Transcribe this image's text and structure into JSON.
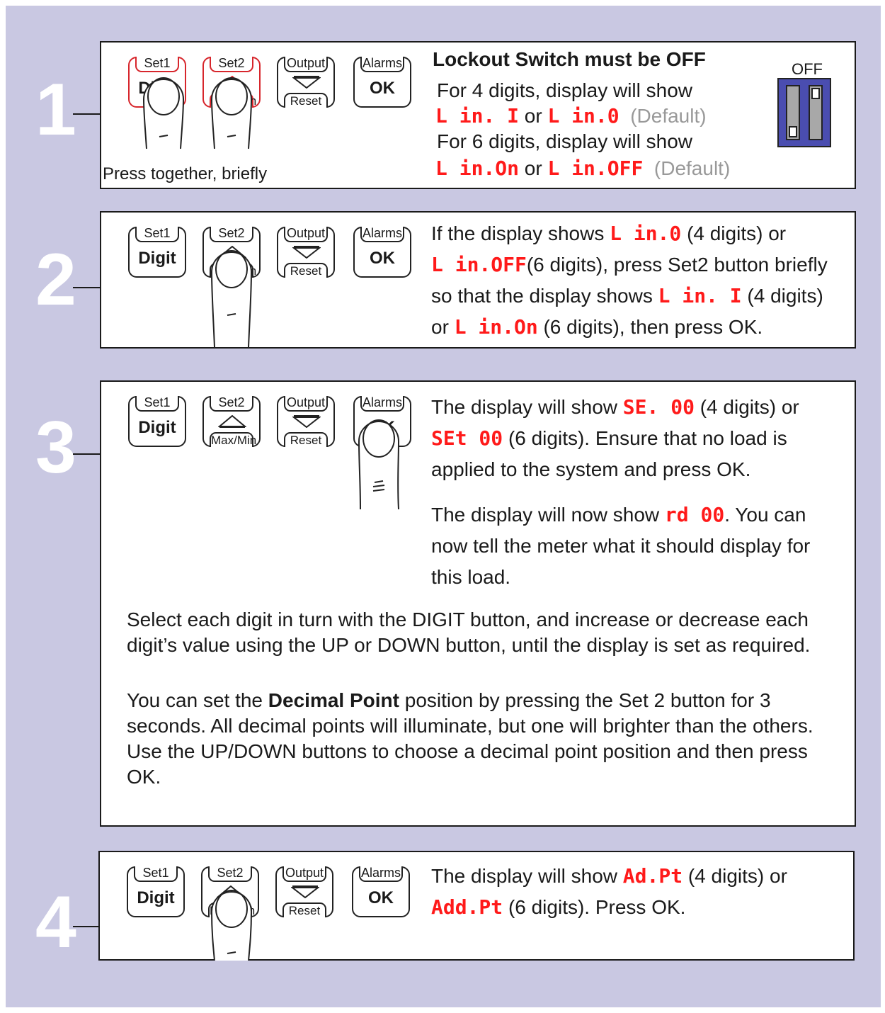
{
  "colors": {
    "background": "#c9c8e2",
    "segment_red": "#ff1a1a",
    "key_red": "#d7262c",
    "default_grey": "#999999",
    "switch_blue": "#4a4db0"
  },
  "keys": {
    "set1_top": "Set1",
    "set1_main": "Digit",
    "set2_top": "Set2",
    "set2_bottom": "Max/Min",
    "output_top": "Output",
    "output_bottom": "Reset",
    "alarms_top": "Alarms",
    "alarms_main": "OK"
  },
  "steps": [
    {
      "number": "1",
      "heading": "Lockout Switch must be OFF",
      "line1": "For 4 digits, display will show",
      "seg_a": "L in. I",
      "or1": "or",
      "seg_b": "L in.0",
      "default1": "(Default)",
      "line2": "For 6 digits, display will show",
      "seg_c": "L in.On",
      "or2": "or",
      "seg_d": "L in.OFF",
      "default2": "(Default)",
      "caption": "Press together, briefly",
      "switch_label": "OFF"
    },
    {
      "number": "2",
      "t1": "If the display shows",
      "seg_a": "L in.0",
      "t2": "(4 digits) or",
      "seg_b": "L in.OFF",
      "t3": "(6 digits), press Set2 button briefly",
      "t4": "so that the display shows",
      "seg_c": "L in. I",
      "t5": "(4 digits)",
      "t6": "or",
      "seg_d": "L in.On",
      "t7": "(6 digits),  then press OK."
    },
    {
      "number": "3",
      "t1": "The display will show",
      "seg_a": "SE. 00",
      "t2": "(4 digits) or",
      "seg_b": "SEt 00",
      "t3": "(6 digits). Ensure that no load is",
      "t4": "applied to the system and press OK.",
      "t5": "The display will now show",
      "seg_c": "rd 00",
      "t6": ". You can",
      "t7": "now tell the meter what it should display for",
      "t8": "this load.",
      "p1": "Select each digit in turn with the DIGIT button, and increase or decrease each digit’s value using the UP or DOWN  button, until the display is set as required.",
      "p2_a": "You can set the",
      "p2_bold": "Decimal Point",
      "p2_b": "position by pressing the Set 2 button for 3 seconds. All decimal points will illuminate, but one will brighter than the others. Use the UP/DOWN buttons to choose a decimal point position and then press OK."
    },
    {
      "number": "4",
      "t1": "The display will show",
      "seg_a": "Ad.Pt",
      "t2": "(4 digits) or",
      "seg_b": "Add.Pt",
      "t3": "(6 digits). Press OK."
    }
  ]
}
